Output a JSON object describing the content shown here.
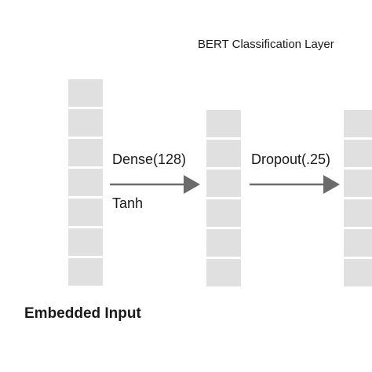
{
  "diagram": {
    "title": "BERT Classification Layer",
    "caption": "Embedded Input",
    "layers": [
      {
        "id": "input",
        "cells": 7
      },
      {
        "id": "dense",
        "cells": 6
      },
      {
        "id": "dropout",
        "cells": 6
      }
    ],
    "operations": [
      {
        "label": "Dense(128)",
        "sublabel": "Tanh"
      },
      {
        "label": "Dropout(.25)"
      }
    ],
    "colors": {
      "cell_fill": "#e0e0e0",
      "arrow": "#6b6b6b",
      "text": "#1a1a1a"
    }
  }
}
